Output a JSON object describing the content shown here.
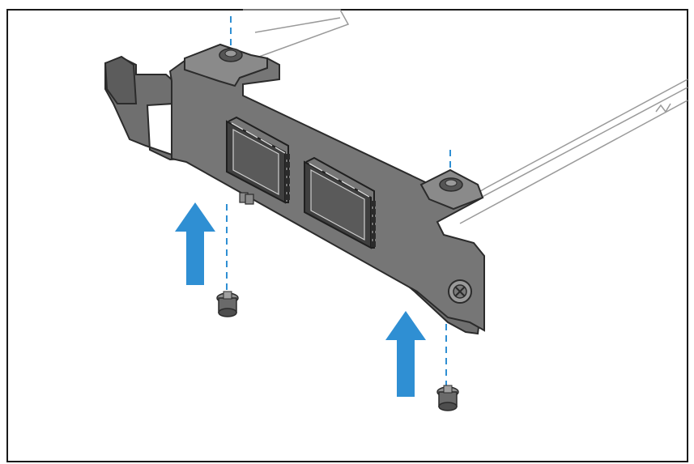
{
  "figure": {
    "type": "installation-illustration",
    "colors": {
      "border": "#1a1a1a",
      "bracket_fill": "#6f6f6f",
      "bracket_dark": "#4a4a4a",
      "bracket_edge": "#2b2b2b",
      "arrow": "#2f8fd3",
      "guide_line": "#2f8fd3",
      "board_line": "#9a9a9a"
    },
    "objects": [
      {
        "name": "pcie-bracket",
        "ports": 2
      },
      {
        "name": "screw",
        "count": 2
      },
      {
        "name": "up-arrow",
        "count": 2
      }
    ]
  }
}
